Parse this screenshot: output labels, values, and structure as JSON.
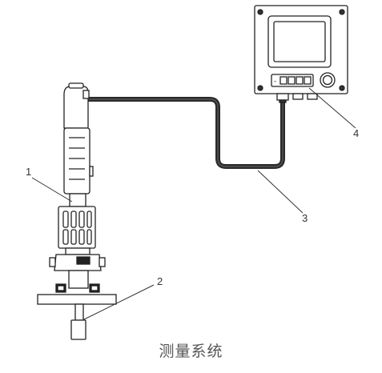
{
  "caption": "测量系统",
  "callouts": [
    {
      "id": "1",
      "label": "1"
    },
    {
      "id": "2",
      "label": "2"
    },
    {
      "id": "3",
      "label": "3"
    },
    {
      "id": "4",
      "label": "4"
    }
  ],
  "colors": {
    "line": "#222222",
    "cable": "#2a2a2a",
    "body_fill": "#ffffff",
    "dark_fill": "#1a1a1a",
    "caption": "#555555"
  }
}
